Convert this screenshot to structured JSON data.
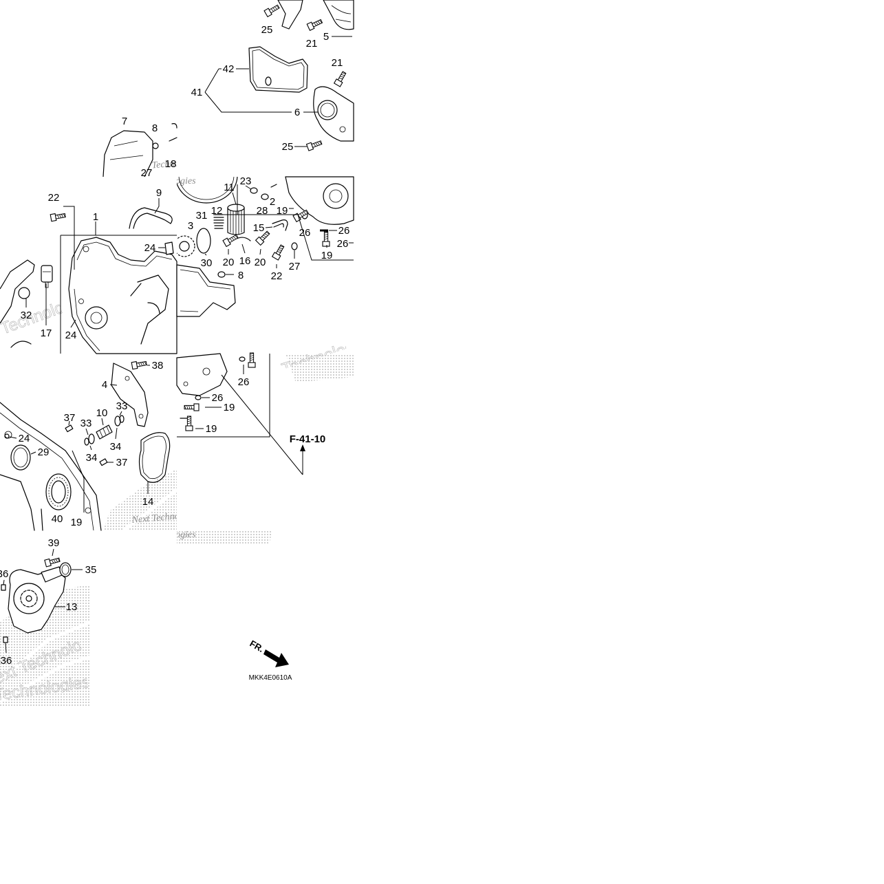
{
  "diagram": {
    "reference": "F-41-10",
    "front_label": "FR.",
    "code": "MKK4E0610A",
    "watermark": "Next Technologies"
  },
  "callouts": [
    "25",
    "21",
    "5",
    "42",
    "41",
    "21",
    "6",
    "25",
    "7",
    "8",
    "18",
    "27",
    "22",
    "9",
    "1",
    "24",
    "32",
    "17",
    "24",
    "23",
    "11",
    "28",
    "2",
    "31",
    "12",
    "3",
    "19",
    "26",
    "26",
    "26",
    "15",
    "30",
    "20",
    "16",
    "20",
    "19",
    "22",
    "27",
    "8",
    "38",
    "4",
    "33",
    "37",
    "10",
    "33",
    "24",
    "29",
    "34",
    "34",
    "37",
    "14",
    "40",
    "19",
    "26",
    "26",
    "19",
    "19",
    "39",
    "36",
    "35",
    "13",
    "36"
  ]
}
